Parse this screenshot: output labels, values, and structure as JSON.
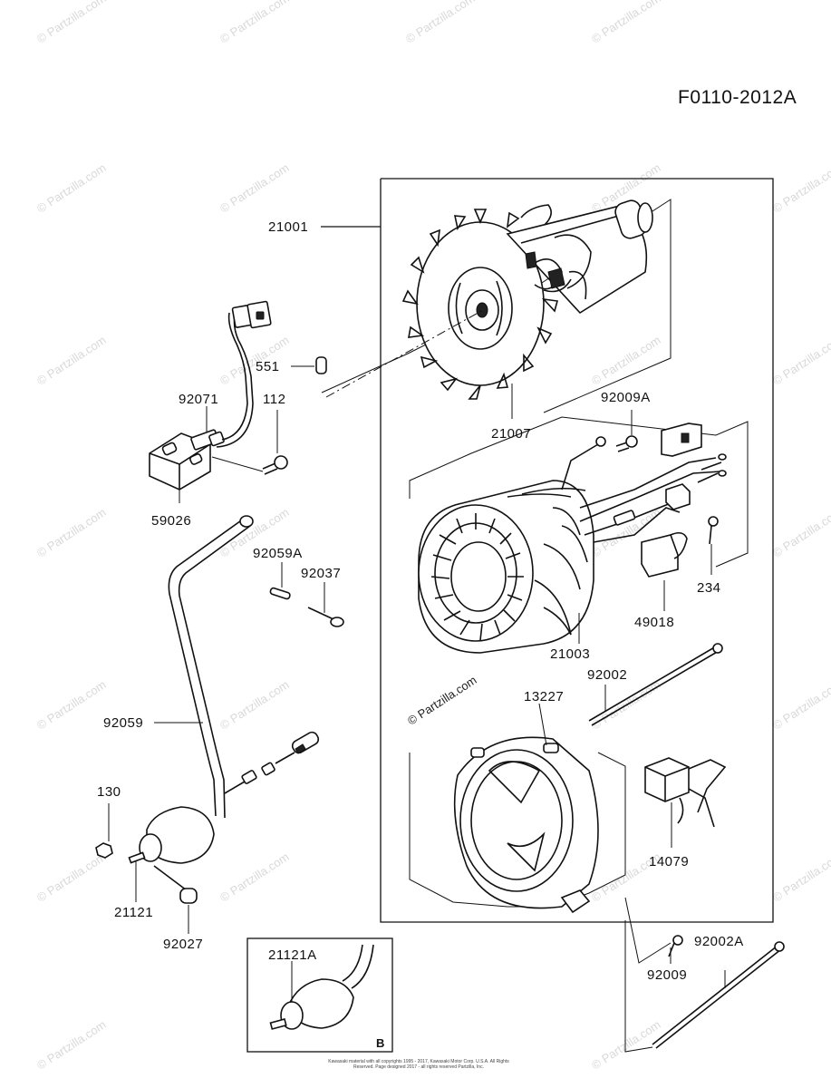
{
  "diagram": {
    "code": "F0110-2012A",
    "watermark": "© Partzilla.com",
    "inset_tag": "B",
    "copyright": "Kawasaki material with all copyrights 1995 - 2017, Kawasaki Motor Corp. U.S.A. All Rights Reserved. Page designed 2017 - all rights reserved Partzilla, Inc."
  },
  "labels": {
    "p21001": "21001",
    "p551": "551",
    "p92071": "92071",
    "p112": "112",
    "p59026": "59026",
    "p21007": "21007",
    "p92009A": "92009A",
    "p92059A": "92059A",
    "p92037": "92037",
    "p234": "234",
    "p49018": "49018",
    "p21003": "21003",
    "p92002": "92002",
    "p13227": "13227",
    "p92059": "92059",
    "p130": "130",
    "p14079": "14079",
    "p21121": "21121",
    "p92027": "92027",
    "p21121A": "21121A",
    "p92002A": "92002A",
    "p92009": "92009"
  }
}
